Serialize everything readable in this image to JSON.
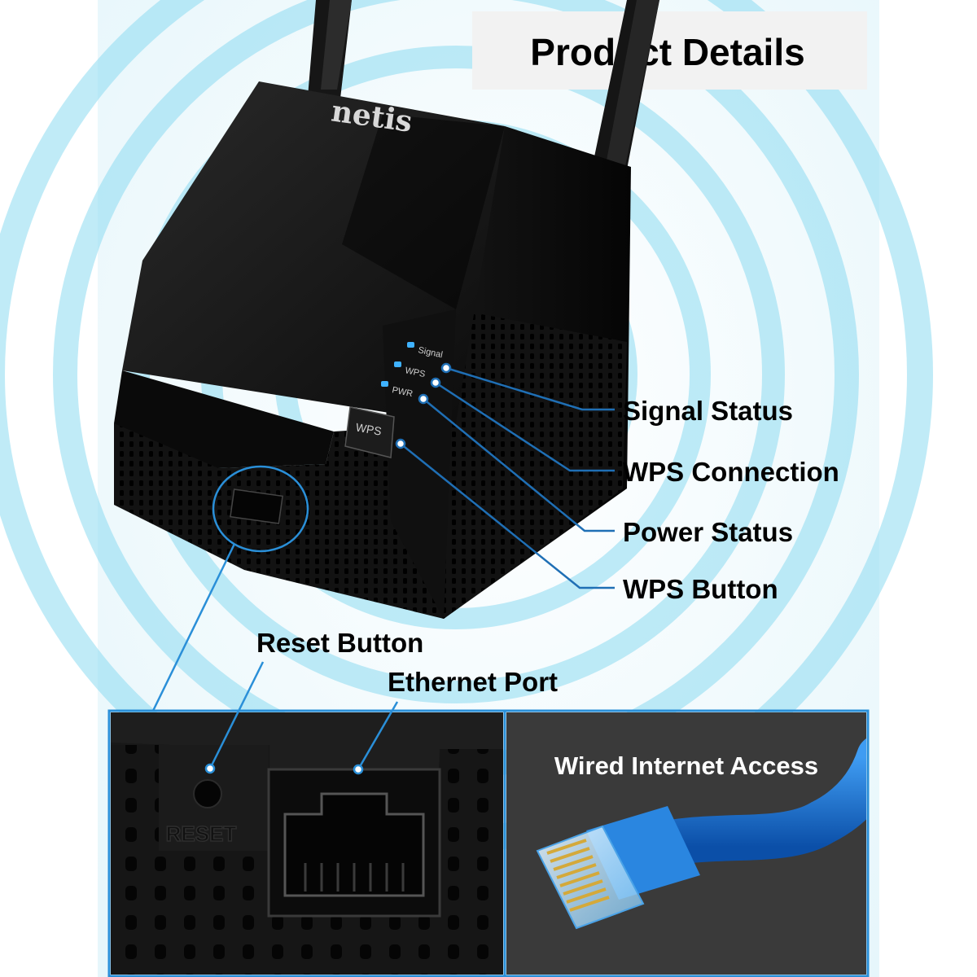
{
  "title": "Product Details",
  "brand_logo": "netis",
  "led_labels": [
    "Signal",
    "WPS",
    "PWR"
  ],
  "wps_button_label": "WPS",
  "callouts": {
    "signal_status": "Signal Status",
    "wps_connection": "WPS Connection",
    "power_status": "Power Status",
    "wps_button": "WPS Button",
    "reset_button": "Reset Button",
    "ethernet_port": "Ethernet Port"
  },
  "reset_engraving": "RESET",
  "wired_access_label": "Wired Internet Access",
  "colors": {
    "accent_blue": "#2a8fd8",
    "callout_line": "#1f6fb5",
    "ring_cyan": "#7dd3ea",
    "device_black": "#141414",
    "cable_blue": "#1e6fd0",
    "panel_dark": "#3a3a3a"
  }
}
